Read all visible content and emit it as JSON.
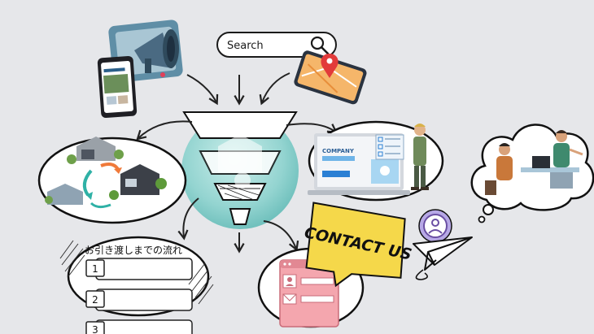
{
  "search": {
    "label": "Search"
  },
  "flow": {
    "title": "お引き渡しまでの流れ",
    "steps": [
      "1",
      "2",
      "3"
    ]
  },
  "laptop": {
    "company_label": "COMPANY"
  },
  "contact": {
    "badge_text": "CONTACT US"
  },
  "colors": {
    "background": "#e6e7ea",
    "funnel_sphere": "#8fd3cf",
    "contact_yellow": "#f5d84a",
    "form_pink": "#f4a6ae",
    "laptop_blue": "#6fb4e8",
    "profile_purple": "#6a4fa3"
  },
  "icons": [
    "megaphone-icon",
    "smartphone-icon",
    "search-icon",
    "map-pin-icon",
    "houses-icon",
    "funnel-icon",
    "laptop-icon",
    "worker-icon",
    "meeting-icon",
    "user-profile-icon",
    "paper-plane-icon",
    "contact-form-icon",
    "mail-icon",
    "checklist-icon"
  ]
}
